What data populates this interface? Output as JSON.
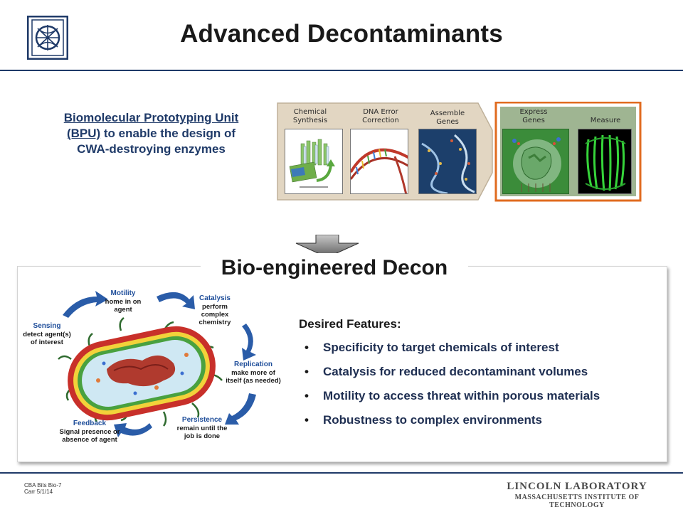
{
  "header": {
    "title": "Advanced Decontaminants",
    "logo_icon": "mit-ll-seal-icon"
  },
  "bpu": {
    "link_text": "Biomolecular Prototyping Unit (BPU)",
    "rest_text": " to enable the design of CWA-destroying enzymes"
  },
  "pipeline": {
    "stages": [
      {
        "line1": "Chemical",
        "line2": "Synthesis"
      },
      {
        "line1": "DNA Error",
        "line2": "Correction"
      },
      {
        "line1": "Assemble",
        "line2": "Genes"
      },
      {
        "line1": "Express",
        "line2": "Genes"
      },
      {
        "line1": "Measure",
        "line2": ""
      }
    ],
    "highlight_color": "#e06b1f",
    "panel_color": "#e2d6c2",
    "green_panel_color": "#9fb592"
  },
  "decon": {
    "title": "Bio-engineered Decon",
    "cycle": [
      {
        "head": "Motility",
        "lines": [
          "home in on",
          "agent"
        ]
      },
      {
        "head": "Catalysis",
        "lines": [
          "perform",
          "complex",
          "chemistry"
        ]
      },
      {
        "head": "Replication",
        "lines": [
          "make more of",
          "itself (as needed)"
        ]
      },
      {
        "head": "Persistence",
        "lines": [
          "remain until the",
          "job is done"
        ]
      },
      {
        "head": "Feedback",
        "lines": [
          "Signal presence or",
          "absence of agent"
        ]
      },
      {
        "head": "Sensing",
        "lines": [
          "detect agent(s)",
          "of interest"
        ]
      }
    ],
    "features_heading": "Desired Features:",
    "features": [
      "Specificity to target chemicals of interest",
      "Catalysis for reduced decontaminant volumes",
      "Motility to access threat within porous materials",
      "Robustness to complex environments"
    ],
    "bullet": "•"
  },
  "footer": {
    "ref_line1": "CBA Bits Bio-7",
    "ref_line2": "Carr 5/1/14",
    "org_line1": "LINCOLN LABORATORY",
    "org_line2": "MASSACHUSETTS INSTITUTE OF TECHNOLOGY"
  },
  "colors": {
    "navy": "#1f3a68",
    "arrow_blue": "#2a5ca8",
    "cell_red": "#c8302a",
    "cell_yellow": "#f2d23a",
    "cell_green": "#49a13f"
  }
}
